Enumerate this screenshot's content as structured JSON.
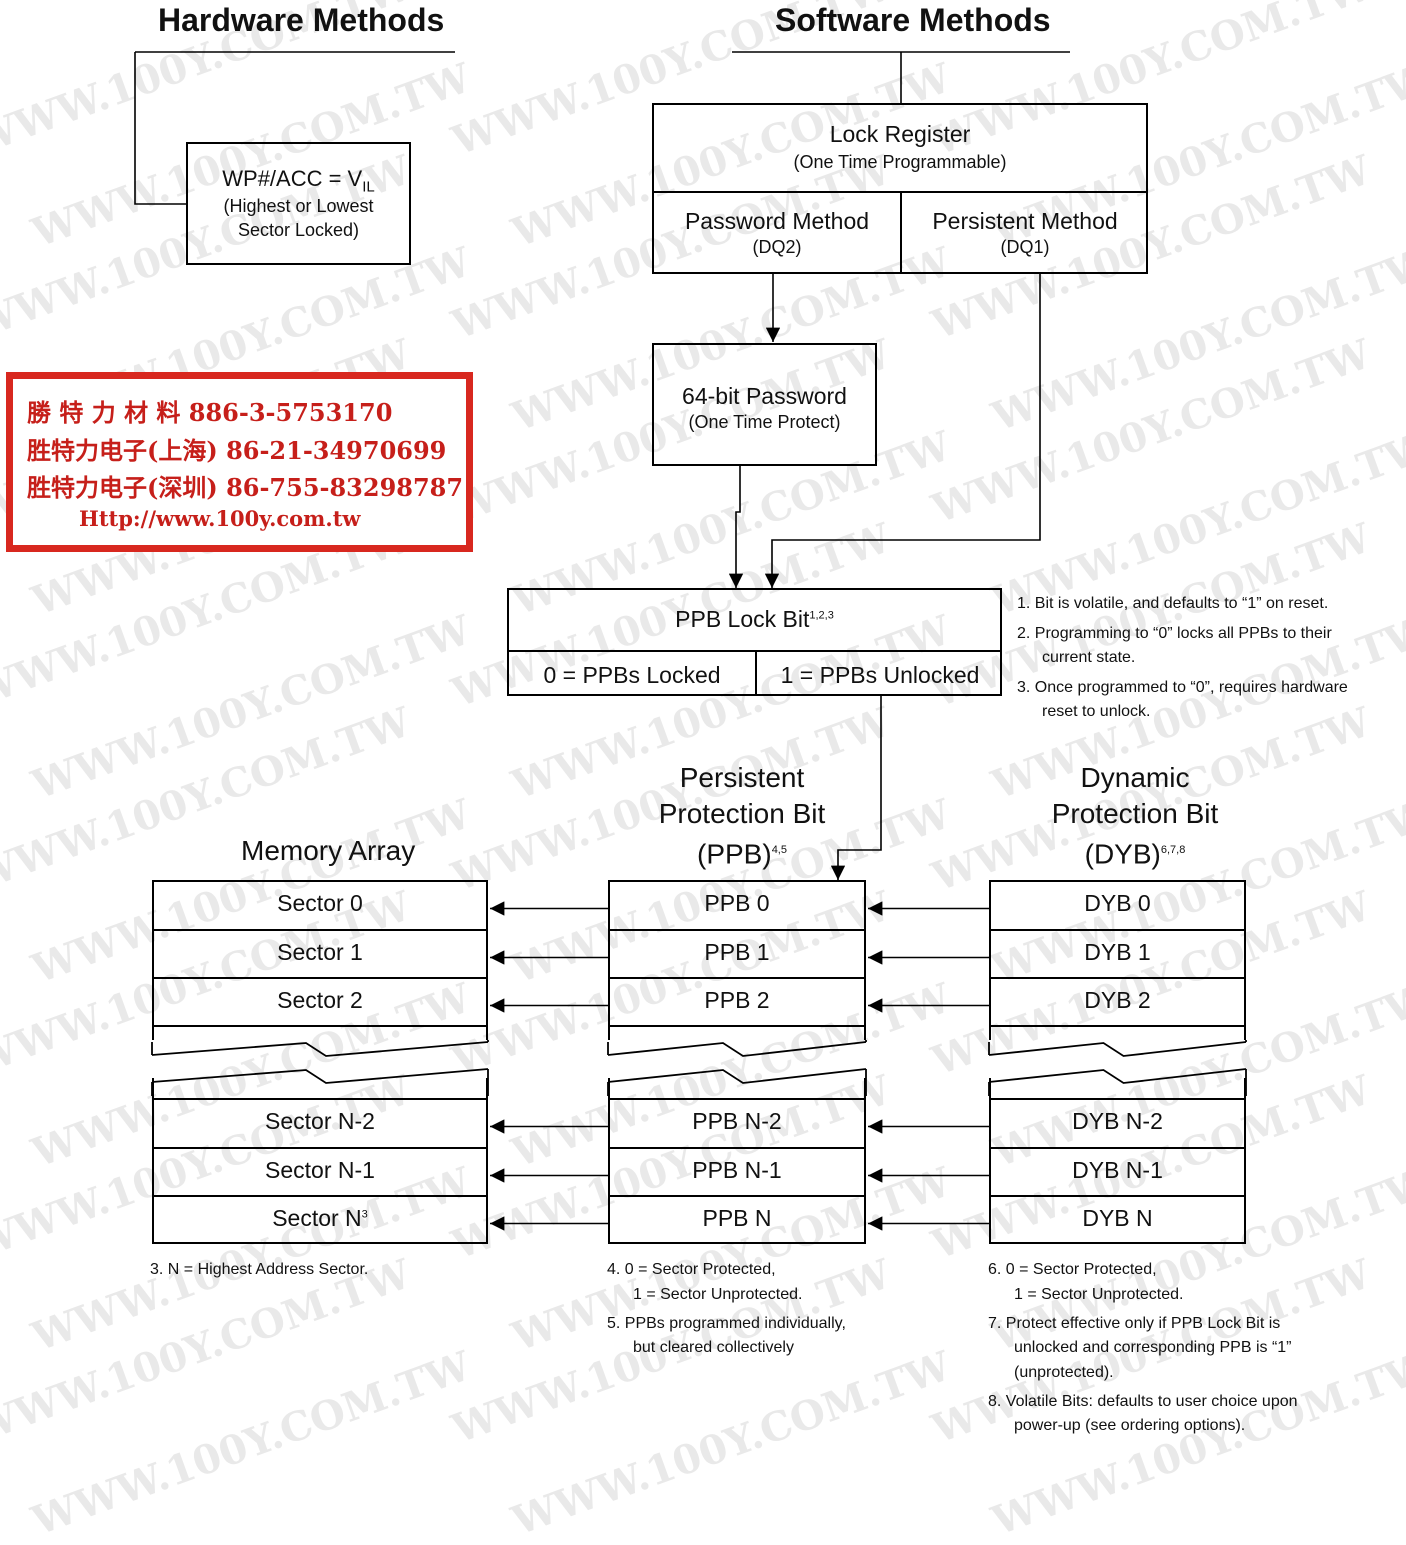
{
  "watermark": "WWW.100Y.COM.TW",
  "headers": {
    "hardware": "Hardware Methods",
    "software": "Software Methods"
  },
  "hardware_box": {
    "line1": "WP#/ACC = V",
    "line1_sub": "IL",
    "line2": "(Highest or Lowest",
    "line3": "Sector Locked)"
  },
  "lock_register": {
    "title": "Lock Register",
    "subtitle": "(One Time Programmable)",
    "password_label": "Password Method",
    "password_bit": "(DQ2)",
    "persistent_label": "Persistent Method",
    "persistent_bit": "(DQ1)"
  },
  "password_box": {
    "title": "64-bit Password",
    "subtitle": "(One Time Protect)"
  },
  "stamp": {
    "line1": "勝 特 力 材 料 886-3-5753170",
    "line2": "胜特力电子(上海) 86-21-34970699",
    "line3": "胜特力电子(深圳) 86-755-83298787",
    "line4": "Http://www.100y.com.tw"
  },
  "ppb_lock": {
    "title": "PPB Lock Bit",
    "title_sup": "1,2,3",
    "locked": "0 = PPBs Locked",
    "unlocked": "1 = PPBs Unlocked"
  },
  "lock_notes": [
    "1. Bit is volatile, and defaults to “1” on reset.",
    "2. Programming to “0” locks all PPBs to their",
    "current state.",
    "3. Once programmed to “0”, requires hardware",
    "reset to unlock."
  ],
  "columns": {
    "memory": {
      "title": "Memory Array"
    },
    "ppb": {
      "title1": "Persistent",
      "title2": "Protection Bit",
      "title3": "(PPB)",
      "title3_sup": "4,5"
    },
    "dyb": {
      "title1": "Dynamic",
      "title2": "Protection Bit",
      "title3": "(DYB)",
      "title3_sup": "6,7,8"
    }
  },
  "sectors": [
    "Sector 0",
    "Sector 1",
    "Sector 2",
    "Sector N-2",
    "Sector N-1",
    "Sector N"
  ],
  "sector_last_sup": "3",
  "ppbs": [
    "PPB 0",
    "PPB 1",
    "PPB 2",
    "PPB N-2",
    "PPB N-1",
    "PPB N"
  ],
  "dybs": [
    "DYB 0",
    "DYB 1",
    "DYB 2",
    "DYB N-2",
    "DYB N-1",
    "DYB N"
  ],
  "notes_memory": [
    "3. N = Highest Address Sector."
  ],
  "notes_ppb": [
    "4. 0 = Sector Protected,",
    "1 = Sector Unprotected.",
    "5. PPBs programmed individually,",
    "but cleared collectively"
  ],
  "notes_dyb": [
    "6. 0 = Sector Protected,",
    "1 = Sector Unprotected.",
    "7. Protect effective only if PPB Lock Bit is",
    "unlocked and corresponding PPB is “1”",
    "(unprotected).",
    "8. Volatile Bits: defaults to user choice upon",
    "power-up (see ordering options)."
  ]
}
